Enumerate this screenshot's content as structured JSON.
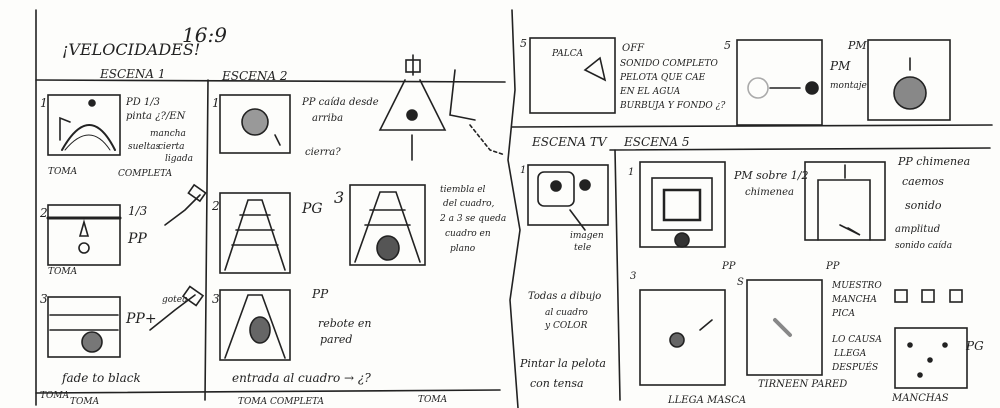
{
  "header": {
    "title": "¡VELOCIDADES!",
    "ratio": "16:9"
  },
  "left_page": {
    "escena1": {
      "heading": "ESCENA 1",
      "panels": [
        {
          "num": "1",
          "notes": [
            "PD 1/3",
            "pinta ¿?/EN"
          ],
          "sub": [
            "mancha",
            "sueltas",
            "cierta",
            "ligada"
          ],
          "caption": [
            "TOMA",
            "COMPLETA"
          ]
        },
        {
          "num": "2",
          "notes": [
            "1/3",
            "PP"
          ],
          "caption": [
            "TOMA"
          ]
        },
        {
          "num": "3",
          "notes": [
            "PP+"
          ],
          "sub": [
            "gotea"
          ],
          "caption": [
            "fade to black",
            "TOMA"
          ]
        }
      ]
    },
    "escena2": {
      "heading": "ESCENA 2",
      "panels": [
        {
          "num": "1",
          "notes": [
            "PP caída desde",
            "arriba"
          ],
          "sub": [
            "cierra?"
          ]
        },
        {
          "num": "2",
          "notes": [
            "PG"
          ],
          "side_num": "3",
          "side_note": [
            "tiembla el",
            "del cuadro,",
            "2 a 3 se queda",
            "cuadro en",
            "plano"
          ]
        },
        {
          "num": "3",
          "notes": [
            "PP"
          ],
          "sub": [
            "rebote en",
            "pared"
          ]
        }
      ],
      "footer_note": "entrada al cuadro → ¿?",
      "bottom_labels": [
        "TOMA",
        "TOMA COMPLETA",
        "TOMA"
      ]
    }
  },
  "right_page": {
    "top_strip": {
      "panels": [
        {
          "num": "5",
          "label": "PALCA",
          "notes": [
            "OFF",
            "SONIDO COMPLETO",
            "PELOTA QUE CAE",
            "EN EL AGUA",
            "BURBUJA Y FONDO ¿?"
          ]
        },
        {
          "num": "5",
          "notes": [
            "PM",
            "montaje"
          ]
        },
        {
          "num": "PM",
          "notes": []
        }
      ]
    },
    "escena_tv": {
      "heading": "ESCENA TV",
      "panel_num": "1",
      "notes": [
        "imagen",
        "tele"
      ],
      "text": [
        "Todas a dibujo",
        "al cuadro",
        "y COLOR"
      ],
      "bottom": [
        "Pintar la pelota",
        "con tensa"
      ]
    },
    "escena5": {
      "heading": "ESCENA 5",
      "panels": [
        {
          "num": "1",
          "notes": [
            "PM sobre 1/2",
            "chimenea"
          ]
        },
        {
          "num": "",
          "notes": [
            "PP chimenea",
            "caemos",
            "sonido",
            "amplitud",
            "sonido caída"
          ]
        },
        {
          "num": "3",
          "notes": [
            "PP"
          ]
        },
        {
          "num": "S",
          "notes": [
            "PP"
          ],
          "sub": [
            "TIRNEEN",
            "PARED"
          ]
        },
        {
          "num": "",
          "notes": [
            "MUESTRO",
            "MANCHA",
            "PICA",
            "LO CAUSA",
            "LLEGA",
            "DESPUÉS"
          ],
          "sub": [
            "PG",
            "MANCHAS"
          ]
        }
      ],
      "bottom_labels": [
        "LLEGA MASCA",
        "TIRNEEN PARED",
        "MANCHAS"
      ]
    }
  }
}
